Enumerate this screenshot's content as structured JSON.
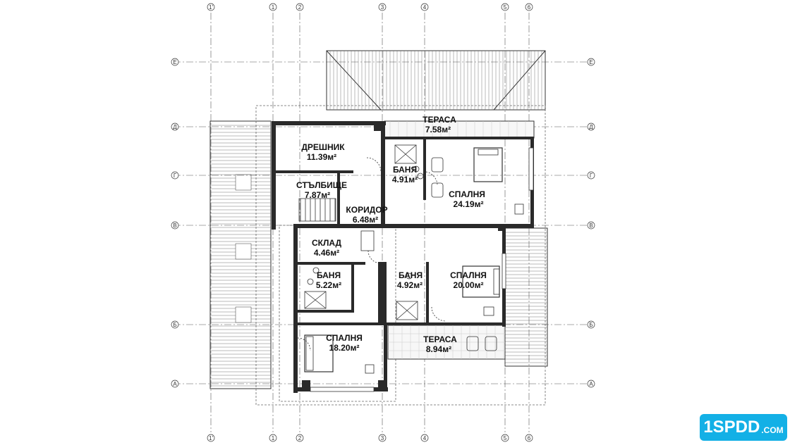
{
  "axes": {
    "vertical": [
      "1'",
      "1",
      "2",
      "3",
      "4",
      "5",
      "6"
    ],
    "horizontal": [
      "Е",
      "Д",
      "Г",
      "В",
      "Б",
      "А"
    ]
  },
  "rooms": [
    {
      "name": "ТЕРАСА",
      "area": "7.58м²"
    },
    {
      "name": "ДРЕШНИК",
      "area": "11.39м²"
    },
    {
      "name": "БАНЯ",
      "area": "4.91м²"
    },
    {
      "name": "СТЪЛБИЩЕ",
      "area": "7.87м²"
    },
    {
      "name": "СПАЛНЯ",
      "area": "24.19м²"
    },
    {
      "name": "КОРИДОР",
      "area": "6.48м²"
    },
    {
      "name": "СКЛАД",
      "area": "4.46м²"
    },
    {
      "name": "БАНЯ",
      "area": "5.22м²"
    },
    {
      "name": "БАНЯ",
      "area": "4.92м²"
    },
    {
      "name": "СПАЛНЯ",
      "area": "20.00м²"
    },
    {
      "name": "СПАЛНЯ",
      "area": "18.20м²"
    },
    {
      "name": "ТЕРАСА",
      "area": "8.94м²"
    }
  ],
  "logo": {
    "main": "1SPDD",
    "suffix": ".COM"
  },
  "colors": {
    "wall": "#2a2a2a",
    "line": "#555555",
    "logo_bg": "#13b0e6"
  }
}
